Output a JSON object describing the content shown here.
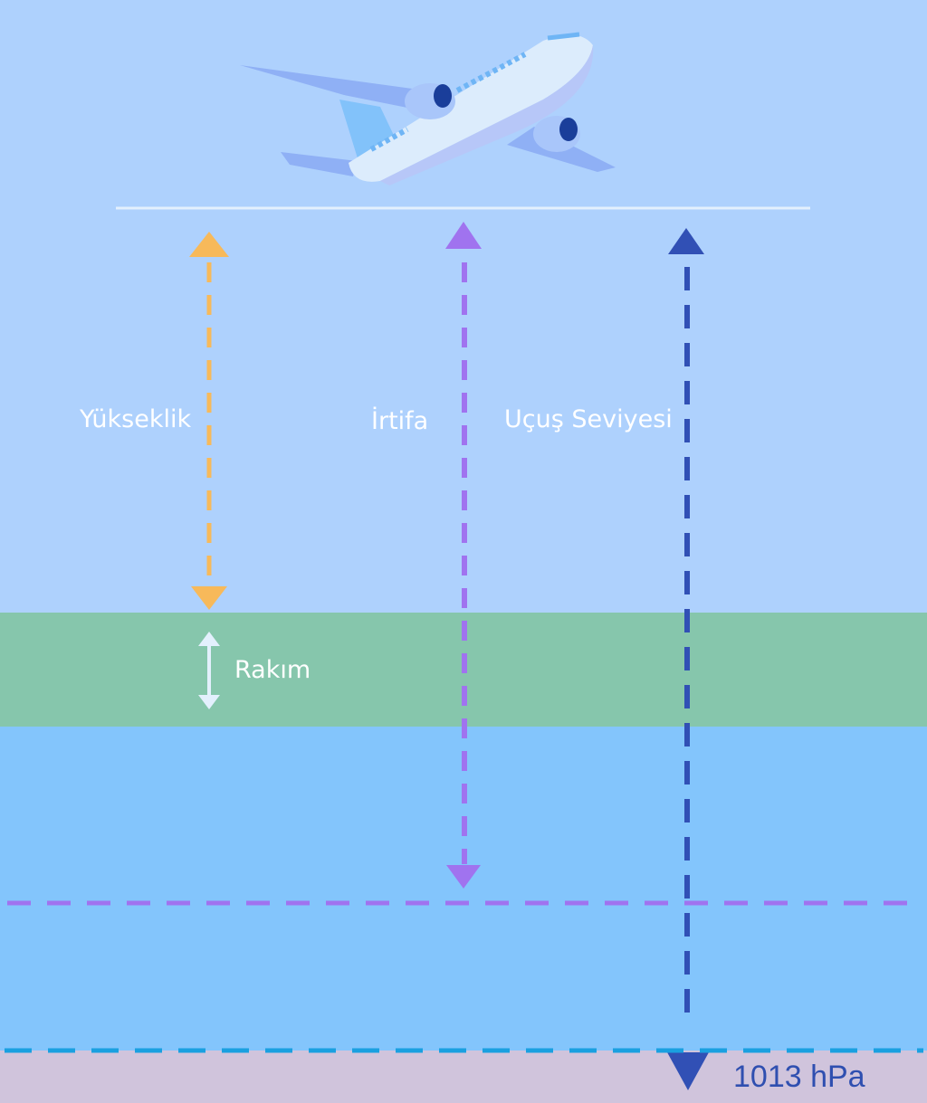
{
  "labels": {
    "height": "Yükseklik",
    "altitude": "İrtifa",
    "flight_level": "Uçuş Seviyesi",
    "elevation": "Rakım",
    "pressure": "1013 hPa"
  },
  "colors": {
    "sky": "#aed1fd",
    "terrain": "#86c6ac",
    "sea": "#83c5fc",
    "pressure_band": "#d0c4dc",
    "height_arrow": "#f7b95a",
    "altitude_arrow": "#a073ef",
    "flight_level_arrow": "#3150b5",
    "pressure_line": "#1aa0e0"
  }
}
